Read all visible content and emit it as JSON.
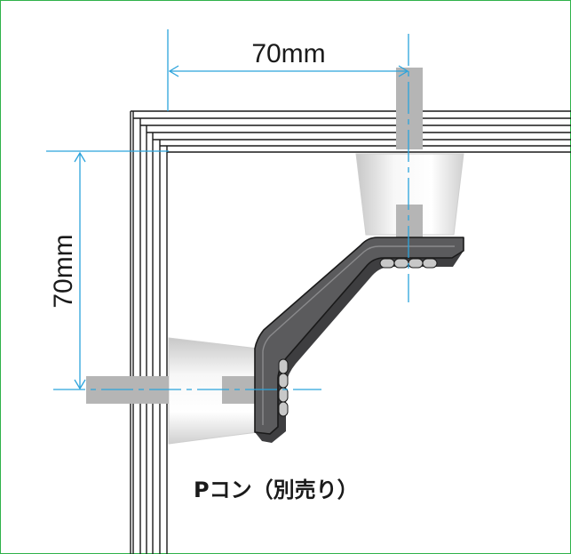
{
  "dimensions": {
    "horizontal": "70mm",
    "vertical": "70mm"
  },
  "caption": "Pコン（別売り）",
  "colors": {
    "frame": "#2fb24a",
    "dimension_line": "#2ba3dc",
    "panel_line": "#1a1a1a",
    "bracket_fill": "#58585a",
    "tie_rod": "#b5b5b5"
  }
}
